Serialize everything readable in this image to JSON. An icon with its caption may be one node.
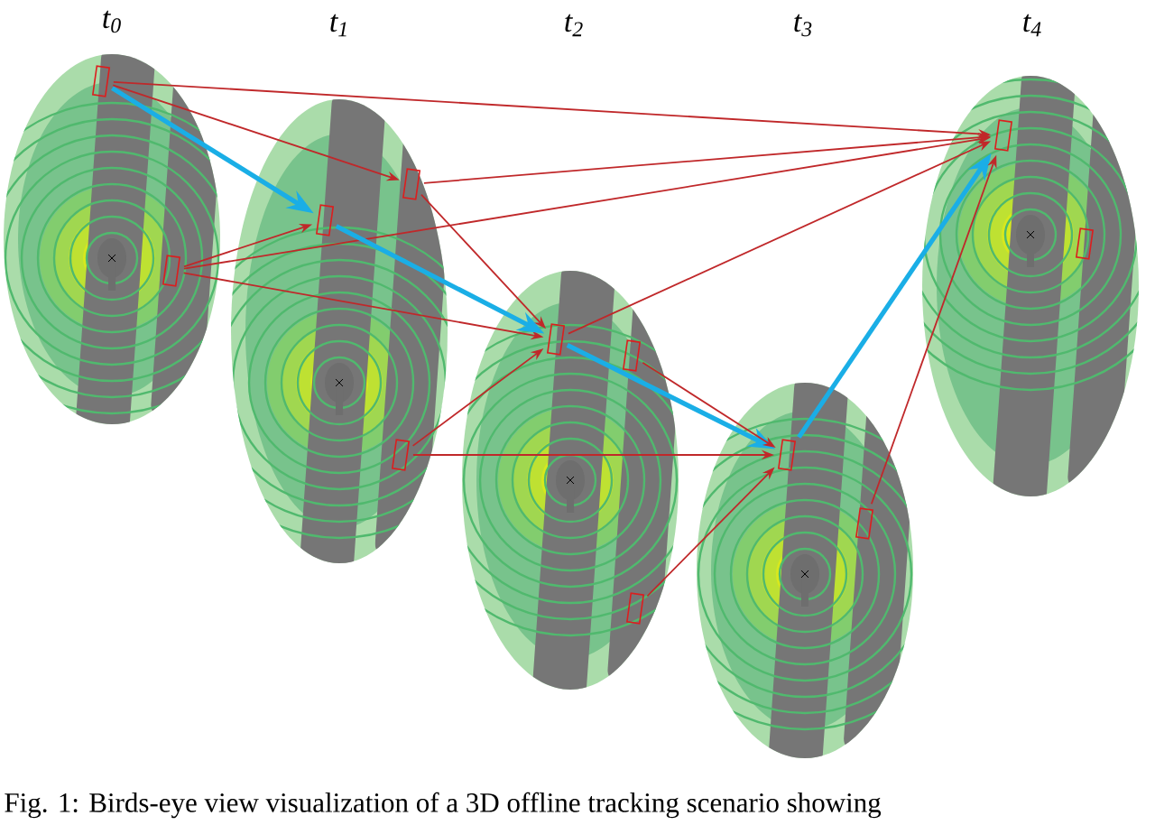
{
  "diagram": {
    "caption": "Fig. 1: Birds-eye view visualization of a 3D offline tracking scenario showing",
    "nodes": [
      {
        "text": [],
        "shape": "box"
      },
      {
        "text": [],
        "shape": "box"
      },
      {
        "text": [],
        "shape": "box"
      },
      {
        "text": [],
        "shape": "box"
      },
      {
        "text": [],
        "shape": "box"
      },
      {
        "text": [],
        "shape": "box"
      },
      {
        "text": [],
        "shape": "box"
      },
      {
        "text": [],
        "shape": "box"
      },
      {
        "text": [],
        "shape": "box"
      },
      {
        "text": [],
        "shape": "box"
      },
      {
        "text": [],
        "shape": "box"
      },
      {
        "text": [],
        "shape": "box"
      }
    ],
    "edges": [
      {
        "from": 0,
        "to": 10,
        "arrow": "to"
      },
      {
        "from": 0,
        "to": 2,
        "arrow": "to"
      },
      {
        "from": 0,
        "to": 3,
        "arrow": "to",
        "style": "thick",
        "color": "#1aaee6"
      },
      {
        "from": 2,
        "to": 10,
        "arrow": "to"
      },
      {
        "from": 2,
        "to": 5,
        "arrow": "to"
      },
      {
        "from": 1,
        "to": 3,
        "arrow": "to"
      },
      {
        "from": 1,
        "to": 10,
        "arrow": "to"
      },
      {
        "from": 1,
        "to": 5,
        "arrow": "to"
      },
      {
        "from": 3,
        "to": 5,
        "arrow": "to",
        "style": "thick",
        "color": "#1aaee6"
      },
      {
        "from": 4,
        "to": 5,
        "arrow": "to"
      },
      {
        "from": 4,
        "to": 8,
        "arrow": "to"
      },
      {
        "from": 5,
        "to": 10,
        "arrow": "to"
      },
      {
        "from": 5,
        "to": 8,
        "arrow": "to",
        "style": "thick",
        "color": "#1aaee6"
      },
      {
        "from": 6,
        "to": 8,
        "arrow": "to"
      },
      {
        "from": 7,
        "to": 8,
        "arrow": "to"
      },
      {
        "from": 8,
        "to": 10,
        "arrow": "to",
        "style": "thick",
        "color": "#1aaee6"
      },
      {
        "from": 9,
        "to": 10,
        "arrow": "to"
      }
    ],
    "labels": [
      "t$_{0}$",
      "t$_{1}$",
      "t$_{2}$",
      "t$_{3}$",
      "t$_{4}$"
    ]
  }
}
